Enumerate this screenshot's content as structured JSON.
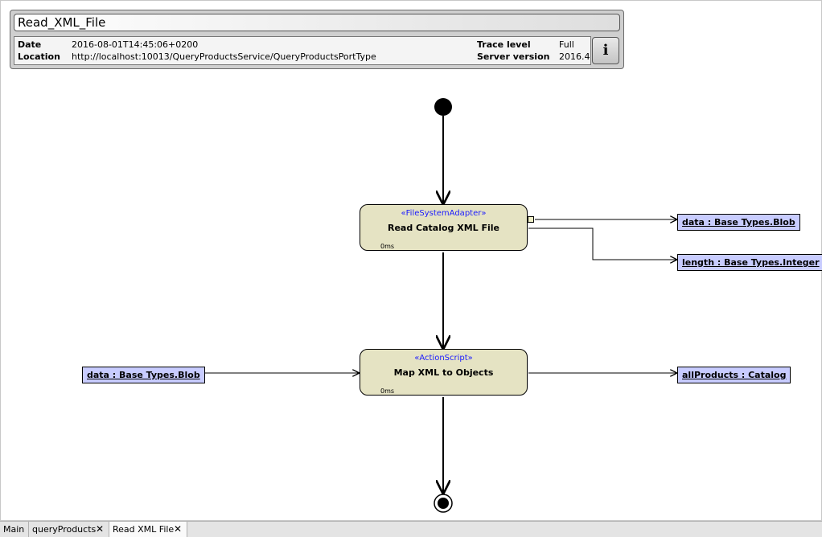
{
  "header": {
    "title": "Read_XML_File",
    "date_label": "Date",
    "date_value": "2016-08-01T14:45:06+0200",
    "location_label": "Location",
    "location_value": "http://localhost:10013/QueryProductsService/QueryProductsPortType",
    "trace_label": "Trace level",
    "trace_value": "Full",
    "server_label": "Server version",
    "server_value": "2016.4",
    "info_button": "i"
  },
  "nodes": {
    "read": {
      "stereotype": "«FileSystemAdapter»",
      "name": "Read Catalog XML File",
      "time": "0ms"
    },
    "map": {
      "stereotype": "«ActionScript»",
      "name": "Map XML to Objects",
      "time": "0ms"
    }
  },
  "objects": {
    "read_data": "data : Base Types.Blob",
    "read_length": "length : Base Types.Integer",
    "map_input": "data : Base Types.Blob",
    "map_output": "allProducts : Catalog"
  },
  "tabs": [
    {
      "label": "Main",
      "closable": false
    },
    {
      "label": "queryProducts",
      "closable": true,
      "close": "✕"
    },
    {
      "label": "Read XML File",
      "closable": true,
      "close": "✕"
    }
  ]
}
